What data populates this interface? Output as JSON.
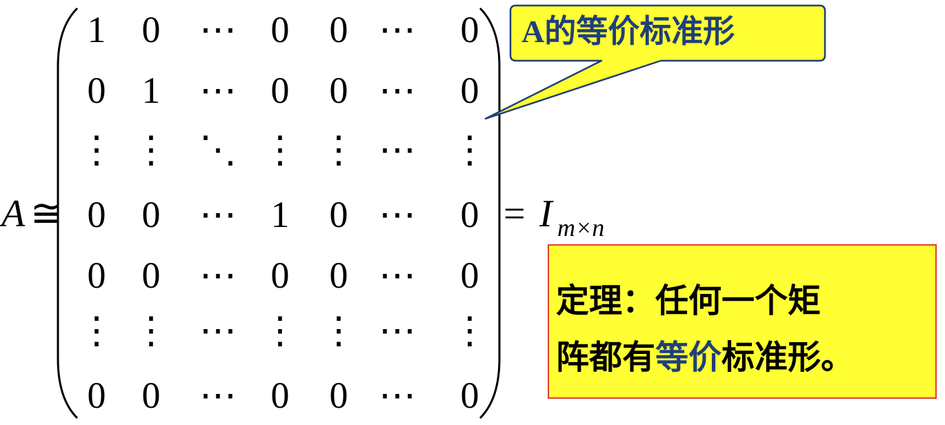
{
  "equation": {
    "lhs_symbol": "A",
    "relation": "≅",
    "equals": "=",
    "rhs_symbol": "I",
    "rhs_subscript": "m×n"
  },
  "matrix": {
    "rows": [
      [
        "1",
        "0",
        "⋯",
        "0",
        "0",
        "⋯",
        "0"
      ],
      [
        "0",
        "1",
        "⋯",
        "0",
        "0",
        "⋯",
        "0"
      ],
      [
        "⋮",
        "⋮",
        "⋱",
        "⋮",
        "⋮",
        "⋯",
        "⋮"
      ],
      [
        "0",
        "0",
        "⋯",
        "1",
        "0",
        "⋯",
        "0"
      ],
      [
        "0",
        "0",
        "⋯",
        "0",
        "0",
        "⋯",
        "0"
      ],
      [
        "⋮",
        "⋮",
        "⋯",
        "⋮",
        "⋮",
        "⋯",
        "⋮"
      ],
      [
        "0",
        "0",
        "⋯",
        "0",
        "0",
        "⋯",
        "0"
      ]
    ]
  },
  "callout": {
    "prefix": "A",
    "text": "的等价标准形",
    "fill": "#ffff33",
    "border": "#1f3f7a",
    "text_color": "#1f3f7a"
  },
  "theorem": {
    "line1": "定理：任何一个矩",
    "line2_start": "阵都有",
    "line2_highlight": "等价",
    "line2_end": "标准形。",
    "fill": "#ffff33",
    "border": "#e0402a",
    "highlight_color": "#1f3f7a"
  }
}
